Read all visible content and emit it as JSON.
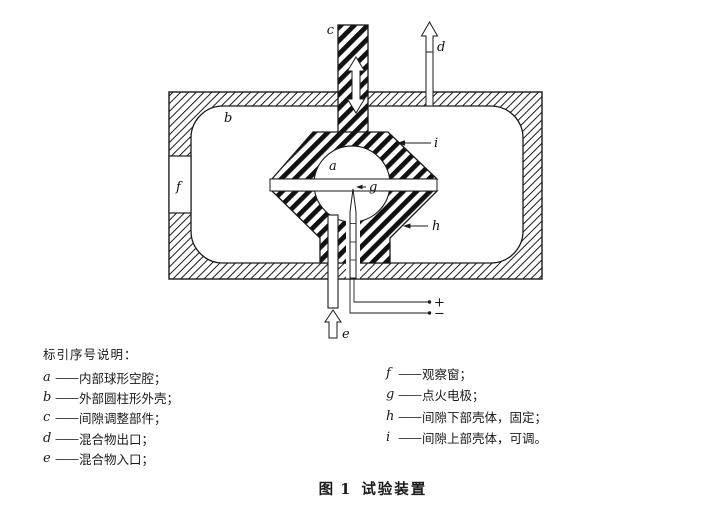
{
  "figure": {
    "caption_label": "图 1",
    "caption_title": "试验装置"
  },
  "legend": {
    "title": "标引序号说明：",
    "dash": "——",
    "left": [
      {
        "key": "a",
        "text": "内部球形空腔；"
      },
      {
        "key": "b",
        "text": "外部圆柱形外壳；"
      },
      {
        "key": "c",
        "text": "间隙调整部件；"
      },
      {
        "key": "d",
        "text": "混合物出口；"
      },
      {
        "key": "e",
        "text": "混合物入口；"
      }
    ],
    "right": [
      {
        "key": "f",
        "text": "观察窗；"
      },
      {
        "key": "g",
        "text": "点火电极；"
      },
      {
        "key": "h",
        "text": "间隙下部壳体，固定；"
      },
      {
        "key": "i",
        "text": "间隙上部壳体，可调。"
      }
    ]
  },
  "diagram": {
    "labels": {
      "a": "a",
      "b": "b",
      "c": "c",
      "d": "d",
      "e": "e",
      "f": "f",
      "g": "g",
      "h": "h",
      "i": "i"
    },
    "polarity": {
      "plus": "+",
      "minus": "−"
    },
    "colors": {
      "line": "#1a1a1a",
      "background": "#ffffff"
    }
  }
}
